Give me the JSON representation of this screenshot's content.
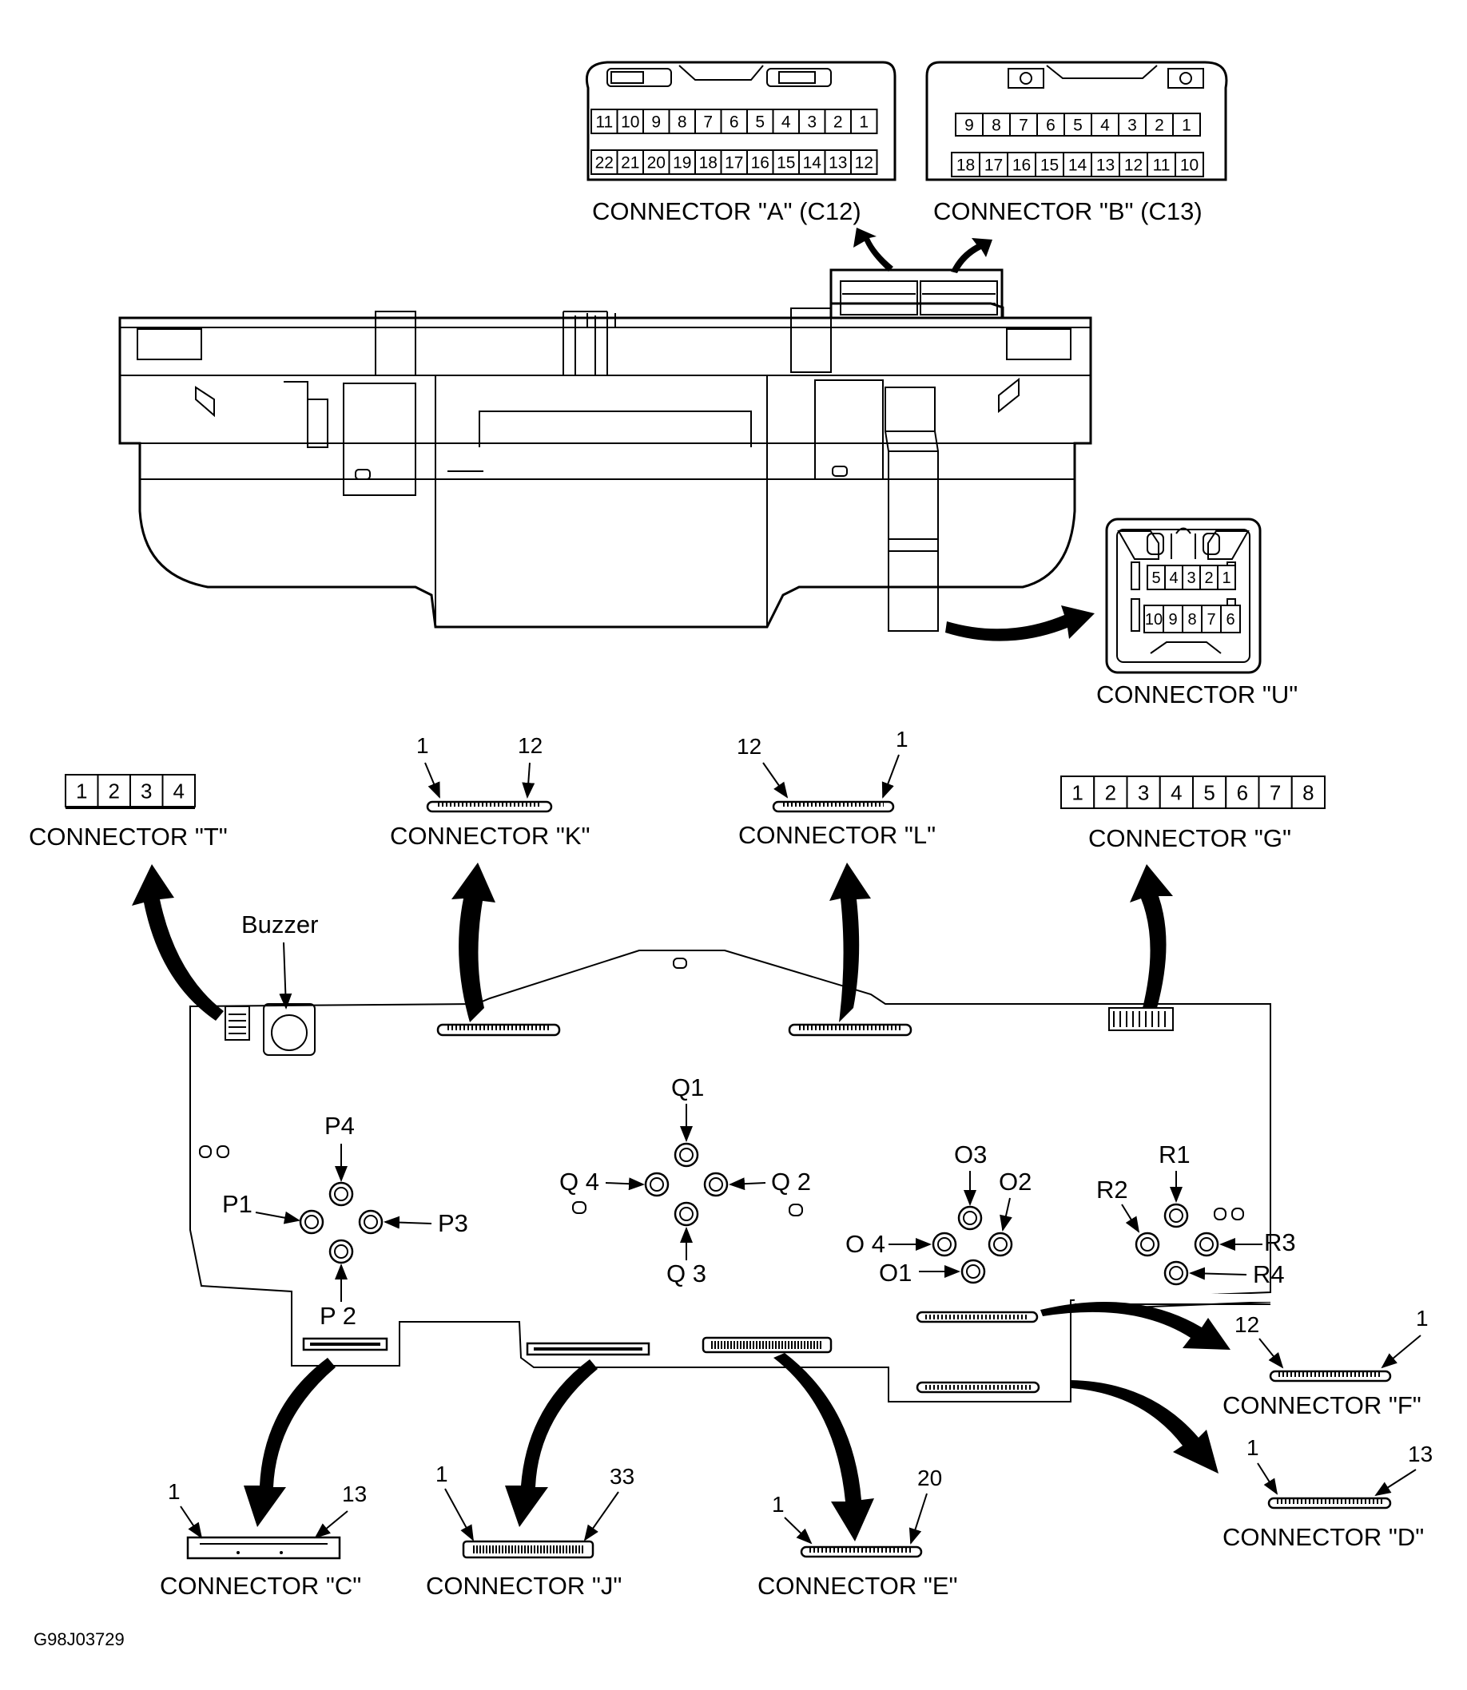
{
  "connectors": {
    "A": {
      "label": "CONNECTOR \"A\" (C12)",
      "row1": [
        "11",
        "10",
        "9",
        "8",
        "7",
        "6",
        "5",
        "4",
        "3",
        "2",
        "1"
      ],
      "row2": [
        "22",
        "21",
        "20",
        "19",
        "18",
        "17",
        "16",
        "15",
        "14",
        "13",
        "12"
      ]
    },
    "B": {
      "label": "CONNECTOR \"B\" (C13)",
      "row1": [
        "9",
        "8",
        "7",
        "6",
        "5",
        "4",
        "3",
        "2",
        "1"
      ],
      "row2": [
        "18",
        "17",
        "16",
        "15",
        "14",
        "13",
        "12",
        "11",
        "10"
      ]
    },
    "U": {
      "label": "CONNECTOR \"U\"",
      "row1": [
        "5",
        "4",
        "3",
        "2",
        "1"
      ],
      "row2": [
        "10",
        "9",
        "8",
        "7",
        "6"
      ]
    },
    "T": {
      "label": "CONNECTOR \"T\"",
      "pins": [
        "1",
        "2",
        "3",
        "4"
      ]
    },
    "G": {
      "label": "CONNECTOR \"G\"",
      "pins": [
        "1",
        "2",
        "3",
        "4",
        "5",
        "6",
        "7",
        "8"
      ]
    },
    "K": {
      "label": "CONNECTOR \"K\"",
      "left": "1",
      "right": "12"
    },
    "L": {
      "label": "CONNECTOR \"L\"",
      "left": "12",
      "right": "1"
    },
    "F": {
      "label": "CONNECTOR \"F\"",
      "left": "12",
      "right": "1"
    },
    "D": {
      "label": "CONNECTOR \"D\"",
      "left": "1",
      "right": "13"
    },
    "C": {
      "label": "CONNECTOR \"C\"",
      "left": "1",
      "right": "13"
    },
    "J": {
      "label": "CONNECTOR \"J\"",
      "left": "1",
      "right": "33"
    },
    "E": {
      "label": "CONNECTOR \"E\"",
      "left": "1",
      "right": "20"
    }
  },
  "buzzer": "Buzzer",
  "test_points": {
    "P1": "P1",
    "P2": "P 2",
    "P3": "P3",
    "P4": "P4",
    "Q1": "Q1",
    "Q2": "Q 2",
    "Q3": "Q 3",
    "Q4": "Q 4",
    "O1": "O1",
    "O2": "O2",
    "O3": "O3",
    "O4": "O 4",
    "R1": "R1",
    "R2": "R2",
    "R3": "R3",
    "R4": "R4"
  },
  "figure_code": "G98J03729"
}
